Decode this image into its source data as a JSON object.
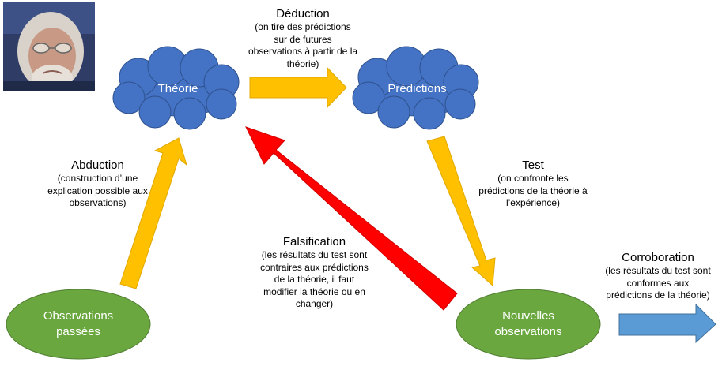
{
  "nodes": {
    "theorie": "Théorie",
    "predictions": "Prédictions",
    "observations_passees": "Observations\npassées",
    "nouvelles_observations": "Nouvelles\nobservations"
  },
  "deduction": {
    "title": "Déduction",
    "desc": "(on tire des prédictions\nsur de futures\nobservations à partir de la\nthéorie)"
  },
  "abduction": {
    "title": "Abduction",
    "desc": "(construction d’une\nexplication possible aux\nobservations)"
  },
  "test": {
    "title": "Test",
    "desc": "(on confronte les\nprédictions de la théorie à\nl’expérience)"
  },
  "falsification": {
    "title": "Falsification",
    "desc": "(les résultats du test sont\ncontraires aux prédictions\nde la théorie, il faut\nmodifier la théorie ou en\nchanger)"
  },
  "corroboration": {
    "title": "Corroboration",
    "desc": "(les résultats du test sont\nconformes aux\nprédictions de la théorie)"
  },
  "colors": {
    "cloud": "#4472C4",
    "ellipse": "#6AA83F",
    "arrow_yellow": "#FFC000",
    "arrow_red": "#FF0000",
    "arrow_blue": "#5B9BD5"
  }
}
